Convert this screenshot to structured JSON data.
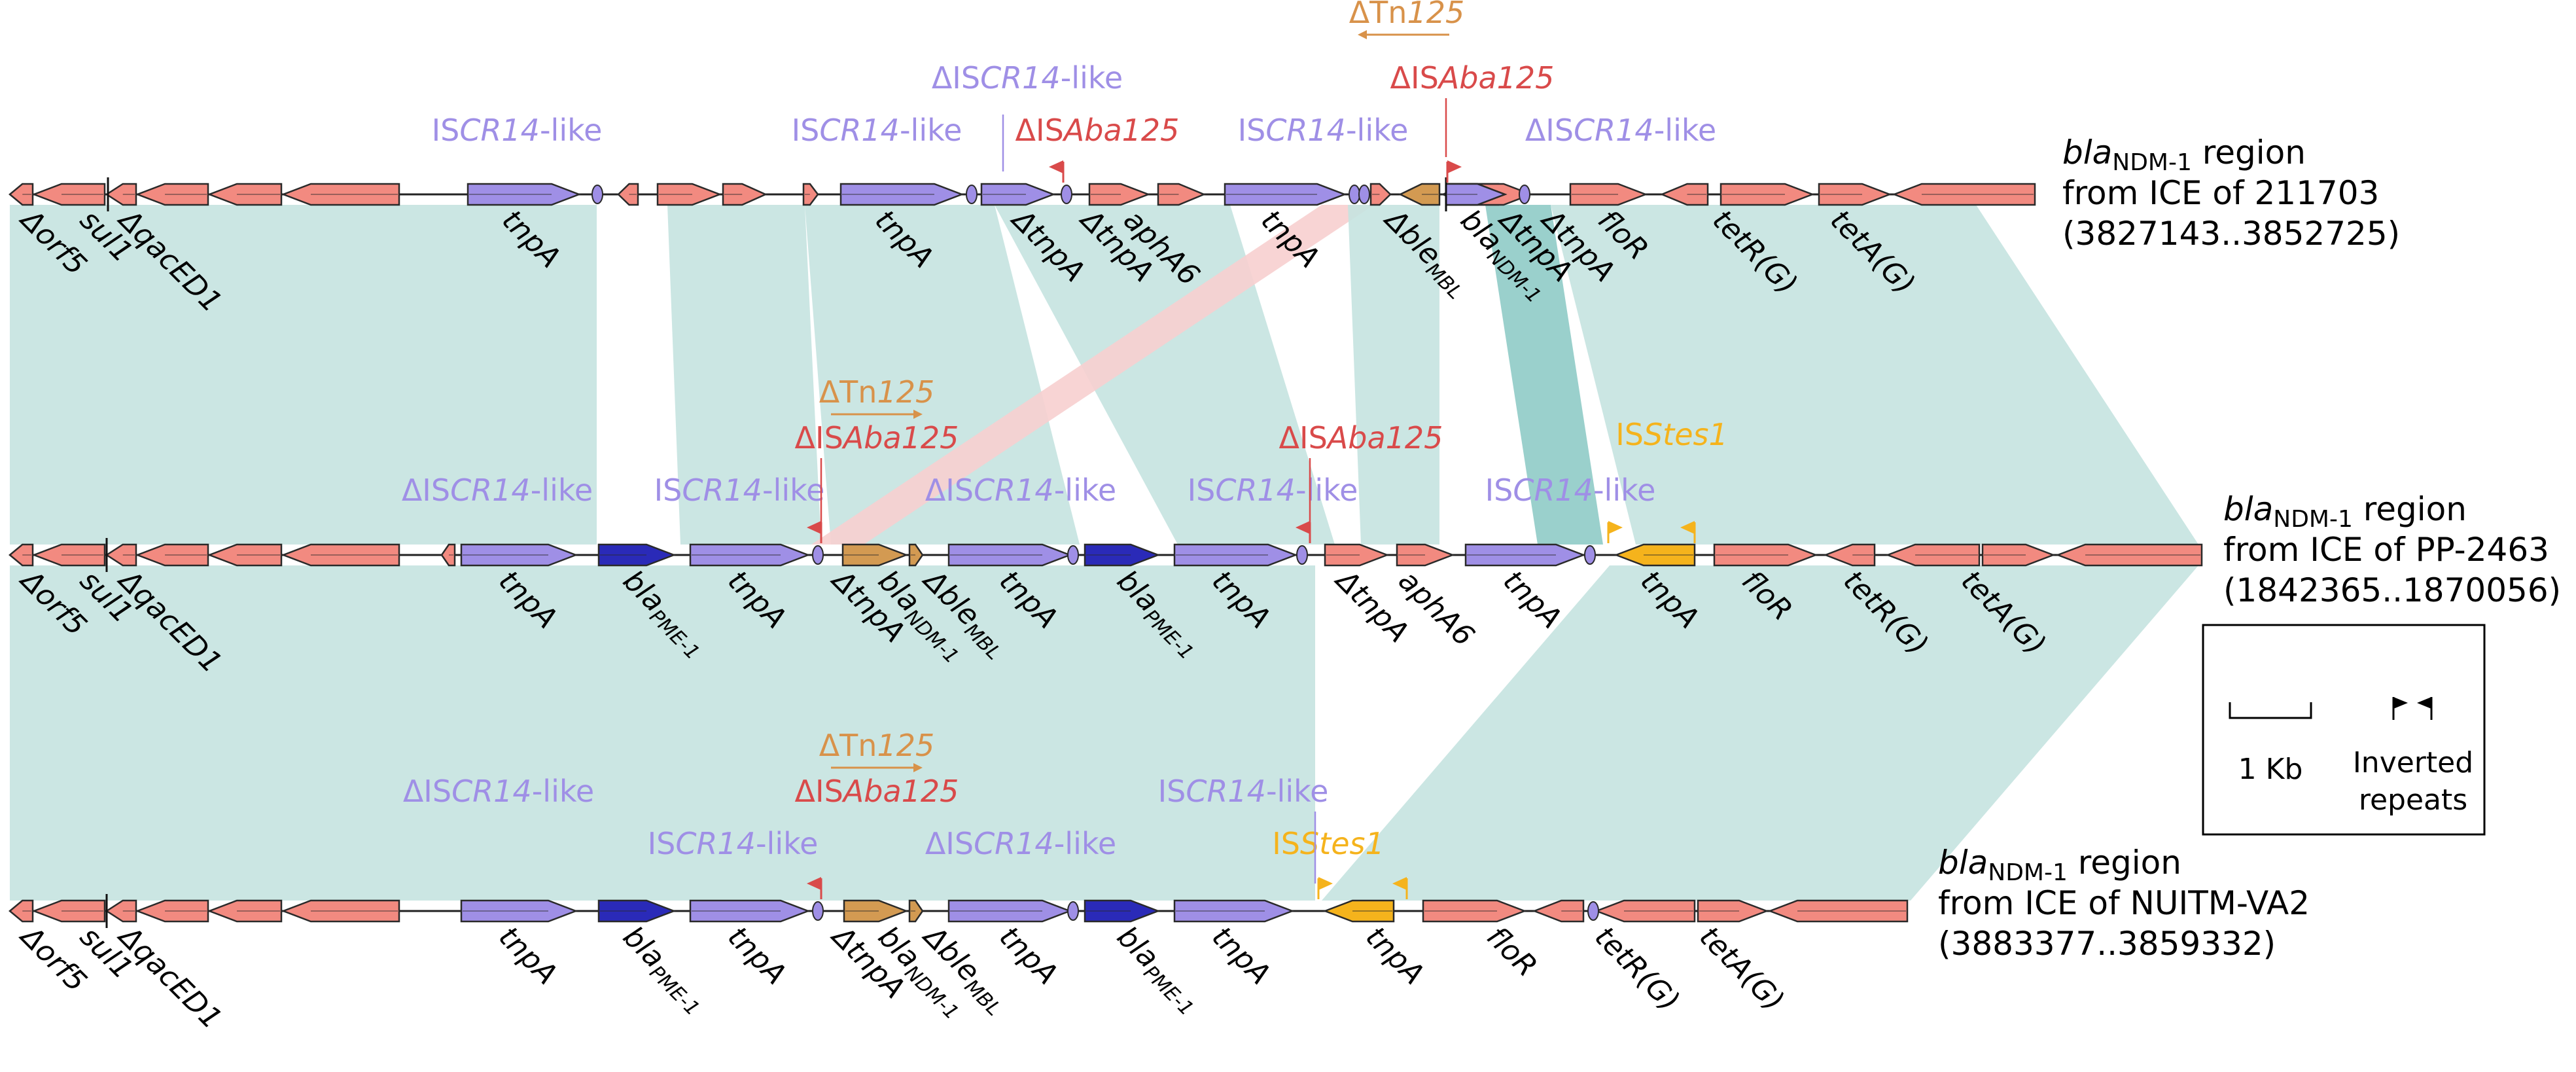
{
  "colors": {
    "gene": "#f28a80",
    "iscr_tnp": "#9f8fe6",
    "bla_pme": "#2a2ab8",
    "ble_bla_ndm": "#d39a52",
    "isstes_tnp": "#f5b31c",
    "homology": "#c5e3e0",
    "homology_dark": "#8fcbc6",
    "homology_red": "#f7cfcf",
    "label_iscr": "#9f8fe6",
    "label_isaba": "#d94a4a",
    "label_tn": "#d8924a",
    "label_isstes": "#f5b31c"
  },
  "tracks": [
    {
      "id": "t1",
      "description": {
        "italic": "bla",
        "sub": "NDM-1",
        "tail": " region",
        "line2": "from ICE of 211703",
        "line3": "(3827143..3852725)"
      },
      "genes": [
        {
          "label": "Δorf5"
        },
        {
          "label": "sul1"
        },
        {
          "label": "ΔqacED1"
        },
        {
          "label": "tnpA"
        },
        {
          "label": "tnpA"
        },
        {
          "label": "ΔtnpA"
        },
        {
          "label": "ΔtnpA"
        },
        {
          "label": "aphA6"
        },
        {
          "label": "tnpA"
        },
        {
          "label": "Δble",
          "sub": "MBL"
        },
        {
          "label": "bla",
          "sub": "NDM-1"
        },
        {
          "label": "ΔtnpA"
        },
        {
          "label": "ΔtnpA"
        },
        {
          "label": "floR"
        },
        {
          "label": "tetR(G)"
        },
        {
          "label": "tetA(G)"
        }
      ],
      "elements": [
        {
          "pre": "IS",
          "it": "CR14",
          "post": "-like",
          "kind": "iscr"
        },
        {
          "pre": "IS",
          "it": "CR14",
          "post": "-like",
          "kind": "iscr"
        },
        {
          "pre": "ΔIS",
          "it": "CR14",
          "post": "-like",
          "kind": "iscr"
        },
        {
          "pre": "ΔIS",
          "it": "Aba125",
          "post": "",
          "kind": "isaba"
        },
        {
          "pre": "IS",
          "it": "CR14",
          "post": "-like",
          "kind": "iscr"
        },
        {
          "pre": "ΔTn",
          "it": "125",
          "post": "",
          "kind": "tn"
        },
        {
          "pre": "ΔIS",
          "it": "Aba125",
          "post": "",
          "kind": "isaba"
        },
        {
          "pre": "ΔIS",
          "it": "CR14",
          "post": "-like",
          "kind": "iscr"
        }
      ]
    },
    {
      "id": "t2",
      "description": {
        "italic": "bla",
        "sub": "NDM-1",
        "tail": " region",
        "line2": "from ICE of PP-2463",
        "line3": "(1842365..1870056)"
      },
      "genes": [
        {
          "label": "Δorf5"
        },
        {
          "label": "sul1"
        },
        {
          "label": "ΔqacED1"
        },
        {
          "label": "tnpA"
        },
        {
          "label": "bla",
          "sub": "PME-1"
        },
        {
          "label": "tnpA"
        },
        {
          "label": "ΔtnpA"
        },
        {
          "label": "bla",
          "sub": "NDM-1"
        },
        {
          "label": "Δble",
          "sub": "MBL"
        },
        {
          "label": "tnpA"
        },
        {
          "label": "bla",
          "sub": "PME-1"
        },
        {
          "label": "tnpA"
        },
        {
          "label": "ΔtnpA"
        },
        {
          "label": "aphA6"
        },
        {
          "label": "tnpA"
        },
        {
          "label": "tnpA"
        },
        {
          "label": "floR"
        },
        {
          "label": "tetR(G)"
        },
        {
          "label": "tetA(G)"
        }
      ],
      "elements": [
        {
          "pre": "ΔTn",
          "it": "125",
          "post": "",
          "kind": "tn"
        },
        {
          "pre": "ΔIS",
          "it": "Aba125",
          "post": "",
          "kind": "isaba"
        },
        {
          "pre": "ΔIS",
          "it": "CR14",
          "post": "-like",
          "kind": "iscr"
        },
        {
          "pre": "IS",
          "it": "CR14",
          "post": "-like",
          "kind": "iscr"
        },
        {
          "pre": "ΔIS",
          "it": "CR14",
          "post": "-like",
          "kind": "iscr"
        },
        {
          "pre": "ΔIS",
          "it": "Aba125",
          "post": "",
          "kind": "isaba"
        },
        {
          "pre": "IS",
          "it": "CR14",
          "post": "-like",
          "kind": "iscr"
        },
        {
          "pre": "IS",
          "it": "Stes1",
          "post": "",
          "kind": "isstes"
        },
        {
          "pre": "IS",
          "it": "CR14",
          "post": "-like",
          "kind": "iscr"
        }
      ]
    },
    {
      "id": "t3",
      "description": {
        "italic": "bla",
        "sub": "NDM-1",
        "tail": " region",
        "line2": "from ICE of NUITM-VA2",
        "line3": "(3883377..3859332)"
      },
      "genes": [
        {
          "label": "Δorf5"
        },
        {
          "label": "sul1"
        },
        {
          "label": "ΔqacED1"
        },
        {
          "label": "tnpA"
        },
        {
          "label": "bla",
          "sub": "PME-1"
        },
        {
          "label": "tnpA"
        },
        {
          "label": "ΔtnpA"
        },
        {
          "label": "bla",
          "sub": "NDM-1"
        },
        {
          "label": "Δble",
          "sub": "MBL"
        },
        {
          "label": "tnpA"
        },
        {
          "label": "bla",
          "sub": "PME-1"
        },
        {
          "label": "tnpA"
        },
        {
          "label": "tnpA"
        },
        {
          "label": "floR"
        },
        {
          "label": "tetR(G)"
        },
        {
          "label": "tetA(G)"
        }
      ],
      "elements": [
        {
          "pre": "ΔTn",
          "it": "125",
          "post": "",
          "kind": "tn"
        },
        {
          "pre": "ΔIS",
          "it": "Aba125",
          "post": "",
          "kind": "isaba"
        },
        {
          "pre": "ΔIS",
          "it": "CR14",
          "post": "-like",
          "kind": "iscr"
        },
        {
          "pre": "IS",
          "it": "CR14",
          "post": "-like",
          "kind": "iscr"
        },
        {
          "pre": "ΔIS",
          "it": "CR14",
          "post": "-like",
          "kind": "iscr"
        },
        {
          "pre": "IS",
          "it": "CR14",
          "post": "-like",
          "kind": "iscr"
        },
        {
          "pre": "IS",
          "it": "Stes1",
          "post": "",
          "kind": "isstes"
        }
      ]
    }
  ],
  "legend": {
    "scale_label": "1 Kb",
    "ir_line1": "Inverted",
    "ir_line2": "repeats"
  }
}
